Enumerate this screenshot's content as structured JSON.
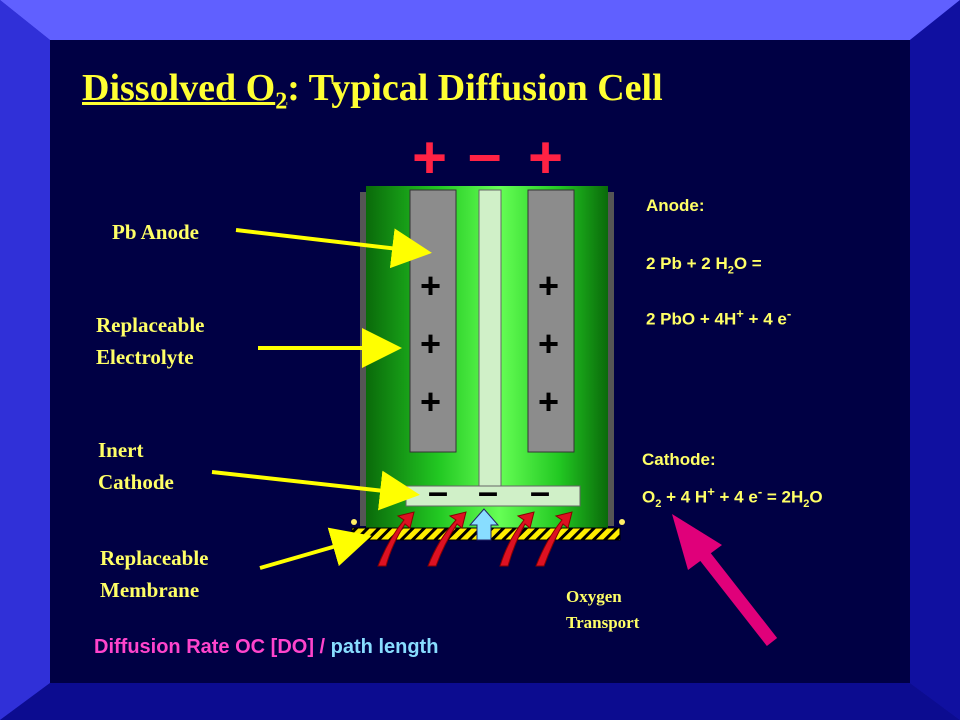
{
  "title": {
    "prefix": "Dissolved O",
    "subscript": "2",
    "suffix": ":  Typical Diffusion Cell"
  },
  "labels": {
    "pb_anode": "Pb Anode",
    "electrolyte_line1": "Replaceable",
    "electrolyte_line2": "Electrolyte",
    "cathode_line1": "Inert",
    "cathode_line2": "Cathode",
    "membrane_line1": "Replaceable",
    "membrane_line2": "Membrane",
    "oxygen_line1": "Oxygen",
    "oxygen_line2": "Transport"
  },
  "polarity": {
    "left": "+",
    "middle": "–",
    "right": "+",
    "anode_sign": "+",
    "cathode_sign": "–"
  },
  "anode_eq": {
    "heading": "Anode:",
    "line1_a": "2 Pb + 2 H",
    "line1_sub": "2",
    "line1_b": "O =",
    "line2_a": "2 PbO + 4H",
    "line2_sup1": "+",
    "line2_b": " + 4 e",
    "line2_sup2": "-"
  },
  "cathode_eq": {
    "heading": "Cathode:",
    "a": "O",
    "sub1": "2",
    "b": " + 4 H",
    "sup1": "+",
    "c": " + 4 e",
    "sup2": "-",
    "d": " = 2H",
    "sub2": "2",
    "e": "O"
  },
  "diffusion": {
    "part1": "Diffusion Rate OC [DO] / ",
    "part2": "path length"
  },
  "colors": {
    "frame": "#2020c0",
    "panel": "#000044",
    "label_text": "#ffff66",
    "polarity_red": "#ff2244",
    "pink": "#ff44cc",
    "cyan": "#88ddff",
    "arrow_yellow": "#ffff00",
    "arrow_magenta": "#e0007a"
  }
}
